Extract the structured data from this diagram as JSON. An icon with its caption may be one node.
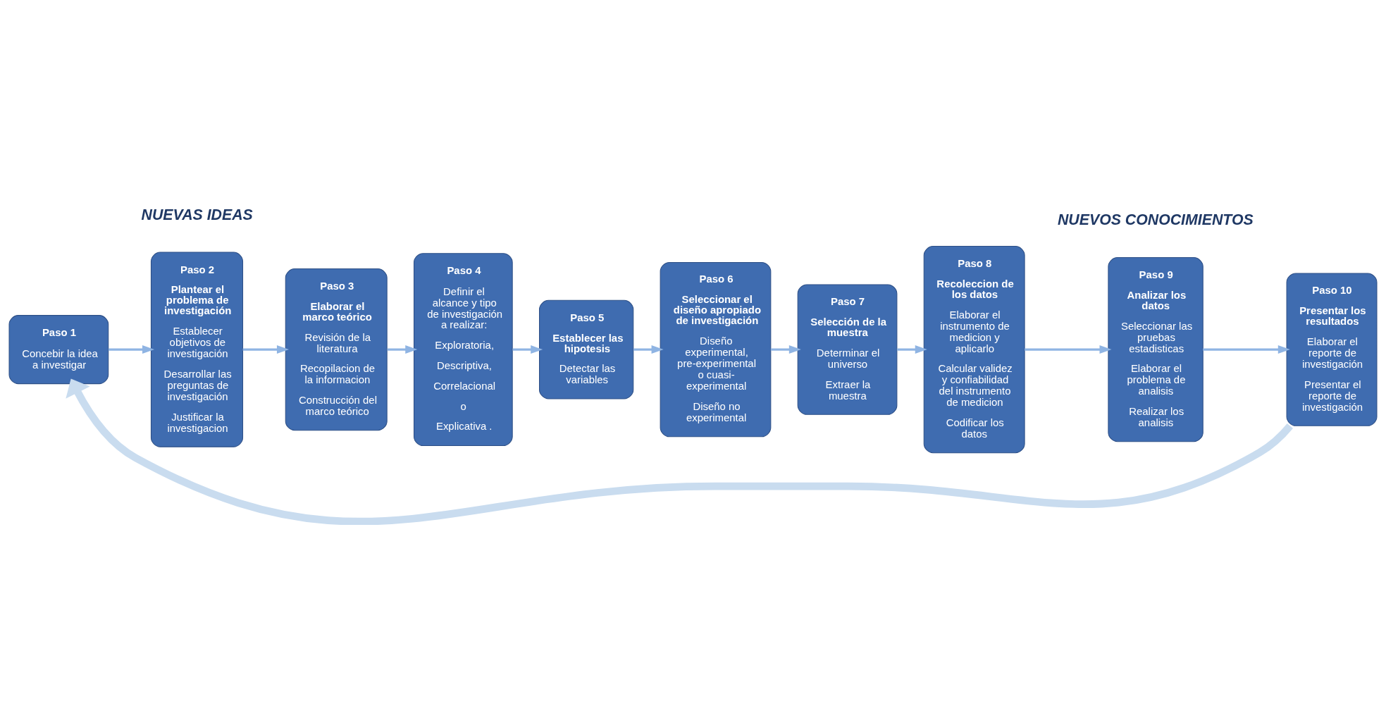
{
  "diagram": {
    "nodes": [
      {
        "text": [
          "Paso 1",
          "Concebir la idea a investigar"
        ]
      },
      {
        "text": [
          "Paso 2",
          "Plantear el problema de investigación",
          "Establecer objetivos de investigación",
          "Desarrollar las preguntas de investigación",
          "Justificar la investigacion"
        ]
      },
      {
        "text": [
          "Paso 3",
          "Elaborar el marco teórico",
          "Revisión de la literatura",
          "Recopilacion de la informacion",
          "Construcción del marco teórico"
        ]
      },
      {
        "text": [
          "Paso 4",
          "Definir el alcance y tipo de investigación a realizar:",
          "Exploratoria,",
          "Descriptiva,",
          "Correlacional",
          "o",
          "Explicativa ."
        ]
      },
      {
        "text": [
          "Paso 5",
          "Establecer las hipotesis",
          "Detectar las variables"
        ]
      },
      {
        "text": [
          "Paso 6",
          "Seleccionar el diseño apropiado de investigación",
          "Diseño experimental, pre-experimental o cuasi-experimental",
          "Diseño no experimental"
        ]
      },
      {
        "text": [
          "Paso 7",
          "Selección de la muestra",
          "Determinar el universo",
          "Extraer la muestra"
        ]
      },
      {
        "text": [
          "Paso 8",
          "Recoleccion de los datos",
          "Elaborar el instrumento de medicion y aplicarlo",
          "Calcular validez y confiabilidad del instrumento de medicion",
          "Codificar los datos"
        ]
      },
      {
        "text": [
          "Paso 9",
          "Analizar los datos",
          "Seleccionar las pruebas estadisticas",
          "Elaborar el problema de analisis",
          "Realizar los analisis"
        ]
      },
      {
        "text": [
          "Paso 10",
          "Presentar los resultados",
          "Elaborar el reporte de investigación",
          "Presentar el reporte de investigación"
        ]
      }
    ],
    "edges": [
      {
        "from": 0,
        "to": 1,
        "arrow": "to"
      },
      {
        "from": 1,
        "to": 2,
        "arrow": "to"
      },
      {
        "from": 2,
        "to": 3,
        "arrow": "to"
      },
      {
        "from": 3,
        "to": 4,
        "arrow": "to"
      },
      {
        "from": 4,
        "to": 5,
        "arrow": "to"
      },
      {
        "from": 5,
        "to": 6,
        "arrow": "to"
      },
      {
        "from": 6,
        "to": 7,
        "arrow": "to"
      },
      {
        "from": 7,
        "to": 8,
        "arrow": "to"
      },
      {
        "from": 8,
        "to": 9,
        "arrow": "to"
      },
      {
        "from": 9,
        "to": 0,
        "arrow": "to",
        "style": "thick",
        "color": "#c9dcef"
      }
    ],
    "labels": [
      "NUEVAS IDEAS",
      "NUEVOS CONOCIMIENTOS"
    ]
  }
}
